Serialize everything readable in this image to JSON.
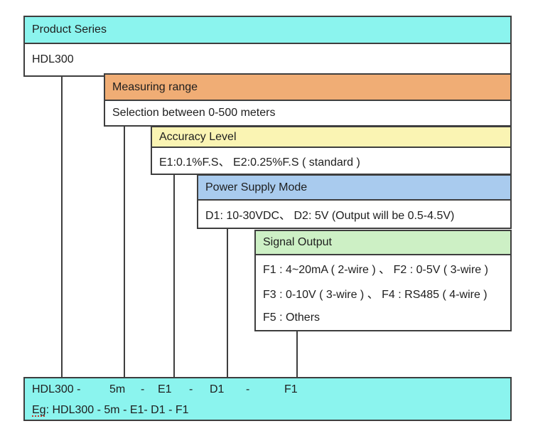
{
  "colors": {
    "product_header": "#8bf4ee",
    "range_header": "#f0ad75",
    "accuracy_header": "#faf4b3",
    "power_header": "#a9cbee",
    "signal_header": "#cdf0c5",
    "result_background": "#8bf4ee",
    "line": "#3e3e3e"
  },
  "sections": [
    {
      "header": "Product Series",
      "rows": [
        "HDL300"
      ]
    },
    {
      "header": "Measuring range",
      "rows": [
        "Selection between 0-500 meters"
      ]
    },
    {
      "header": "Accuracy Level",
      "rows": [
        "E1:0.1%F.S、  E2:0.25%F.S ( standard )"
      ]
    },
    {
      "header": "Power Supply Mode",
      "rows": [
        "D1: 10-30VDC、 D2: 5V (Output will be 0.5-4.5V)"
      ]
    },
    {
      "header": "Signal Output",
      "rows": [
        "F1 : 4~20mA ( 2-wire ) 、 F2 : 0-5V ( 3-wire )",
        "F3 : 0-10V ( 3-wire ) 、 F4 : RS485 ( 4-wire )",
        "F5 : Others"
      ]
    }
  ],
  "result": {
    "codes": [
      "HDL300 -",
      "5m",
      "-",
      "E1",
      "-",
      "D1",
      "-",
      "F1"
    ],
    "example_word": "Eg",
    "example_rest": ": HDL300 - 5m - E1- D1 - F1"
  }
}
